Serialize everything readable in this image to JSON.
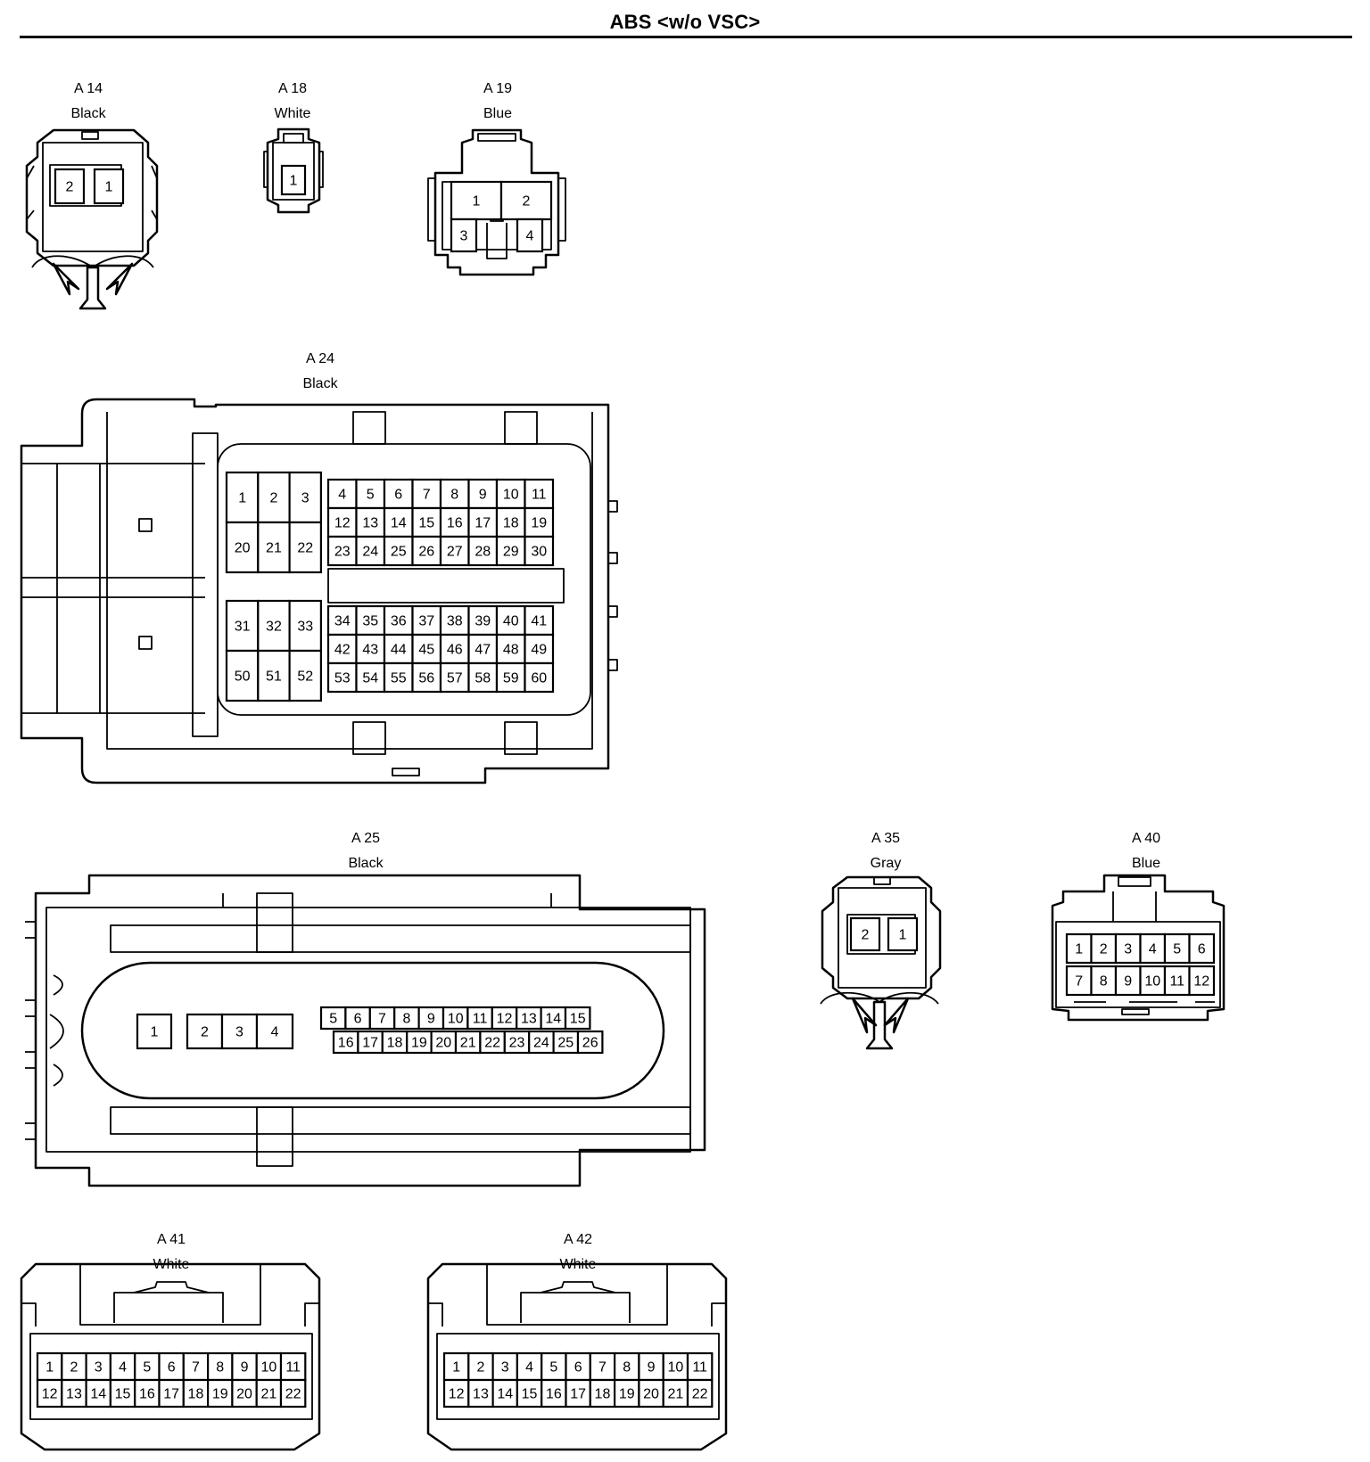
{
  "title": "ABS <w/o VSC>",
  "connectors": [
    {
      "id": "A 14",
      "color": "Black",
      "pins": [
        "1",
        "2"
      ]
    },
    {
      "id": "A 18",
      "color": "White",
      "pins": [
        "1"
      ]
    },
    {
      "id": "A 19",
      "color": "Blue",
      "pins": [
        "1",
        "2",
        "3",
        "4"
      ]
    },
    {
      "id": "A 24",
      "color": "Black",
      "pins": [
        "1",
        "2",
        "3",
        "4",
        "5",
        "6",
        "7",
        "8",
        "9",
        "10",
        "11",
        "12",
        "13",
        "14",
        "15",
        "16",
        "17",
        "18",
        "19",
        "20",
        "21",
        "22",
        "23",
        "24",
        "25",
        "26",
        "27",
        "28",
        "29",
        "30",
        "31",
        "32",
        "33",
        "34",
        "35",
        "36",
        "37",
        "38",
        "39",
        "40",
        "41",
        "42",
        "43",
        "44",
        "45",
        "46",
        "47",
        "48",
        "49",
        "50",
        "51",
        "52",
        "53",
        "54",
        "55",
        "56",
        "57",
        "58",
        "59",
        "60"
      ]
    },
    {
      "id": "A 25",
      "color": "Black",
      "pins": [
        "1",
        "2",
        "3",
        "4",
        "5",
        "6",
        "7",
        "8",
        "9",
        "10",
        "11",
        "12",
        "13",
        "14",
        "15",
        "16",
        "17",
        "18",
        "19",
        "20",
        "21",
        "22",
        "23",
        "24",
        "25",
        "26"
      ]
    },
    {
      "id": "A 35",
      "color": "Gray",
      "pins": [
        "1",
        "2"
      ]
    },
    {
      "id": "A 40",
      "color": "Blue",
      "pins": [
        "1",
        "2",
        "3",
        "4",
        "5",
        "6",
        "7",
        "8",
        "9",
        "10",
        "11",
        "12"
      ]
    },
    {
      "id": "A 41",
      "color": "White",
      "pins": [
        "1",
        "2",
        "3",
        "4",
        "5",
        "6",
        "7",
        "8",
        "9",
        "10",
        "11",
        "12",
        "13",
        "14",
        "15",
        "16",
        "17",
        "18",
        "19",
        "20",
        "21",
        "22"
      ]
    },
    {
      "id": "A 42",
      "color": "White",
      "pins": [
        "1",
        "2",
        "3",
        "4",
        "5",
        "6",
        "7",
        "8",
        "9",
        "10",
        "11",
        "12",
        "13",
        "14",
        "15",
        "16",
        "17",
        "18",
        "19",
        "20",
        "21",
        "22"
      ]
    }
  ]
}
